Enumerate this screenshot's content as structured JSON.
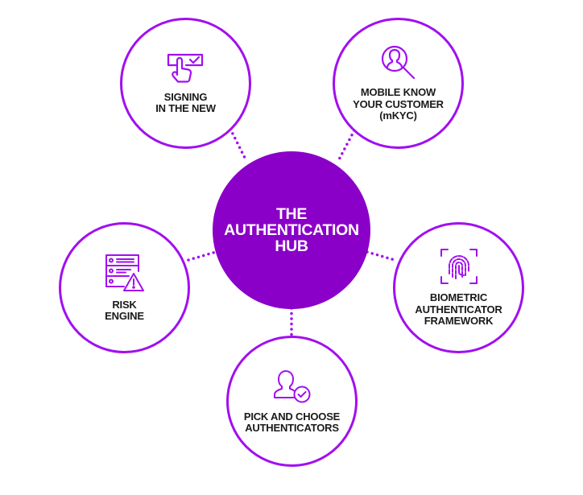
{
  "colors": {
    "accent": "#a10ff0",
    "hub_fill": "#8a00c8",
    "label_text": "#1a1a1a",
    "hub_text": "#ffffff",
    "background": "#ffffff"
  },
  "hub": {
    "label": "THE\nAUTHENTICATION\nHUB"
  },
  "nodes": [
    {
      "id": "signing",
      "label": "SIGNING\nIN THE NEW",
      "icon": "touch-checkbox-icon"
    },
    {
      "id": "mkyc",
      "label": "MOBILE KNOW\nYOUR CUSTOMER\n(mKYC)",
      "icon": "user-search-icon"
    },
    {
      "id": "risk",
      "label": "RISK\nENGINE",
      "icon": "server-warning-icon"
    },
    {
      "id": "biometric",
      "label": "BIOMETRIC\nAUTHENTICATOR\nFRAMEWORK",
      "icon": "fingerprint-scan-icon"
    },
    {
      "id": "pick",
      "label": "PICK AND CHOOSE\nAUTHENTICATORS",
      "icon": "user-check-icon"
    }
  ]
}
